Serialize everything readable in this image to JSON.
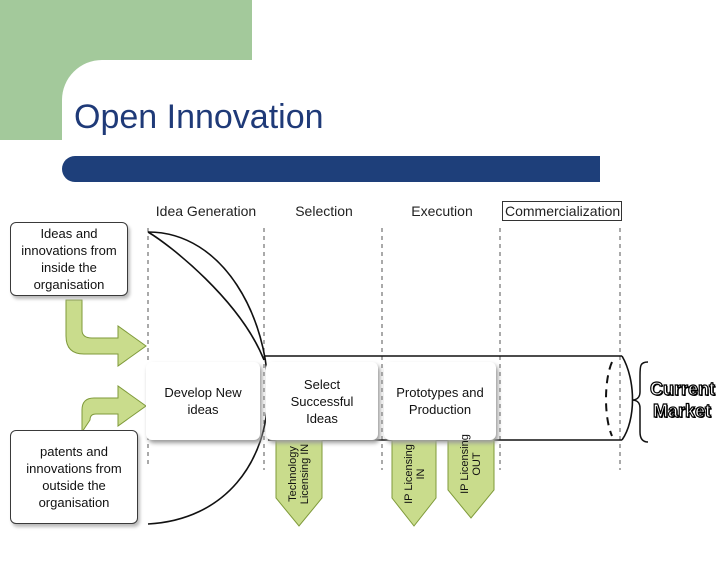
{
  "title": "Open Innovation",
  "stages": [
    "Idea Generation",
    "Selection",
    "Execution",
    "Commercialization"
  ],
  "inputs": {
    "inside": "Ideas and innovations from inside the organisation",
    "outside": "patents and innovations from outside the organisation"
  },
  "process": {
    "develop": "Develop New ideas",
    "select": "Select Successful Ideas",
    "prototypes": "Prototypes and Production"
  },
  "licensing": {
    "technology_in": "Technology Licensing IN",
    "ip_in": "IP Licensing IN",
    "ip_out": "IP Licensing OUT"
  },
  "market": "Current Market",
  "colors": {
    "green": "#a3c99b",
    "navy": "#1e3f7a",
    "arrow_fill": "#c9dc8c",
    "arrow_stroke": "#7f9a3a"
  }
}
